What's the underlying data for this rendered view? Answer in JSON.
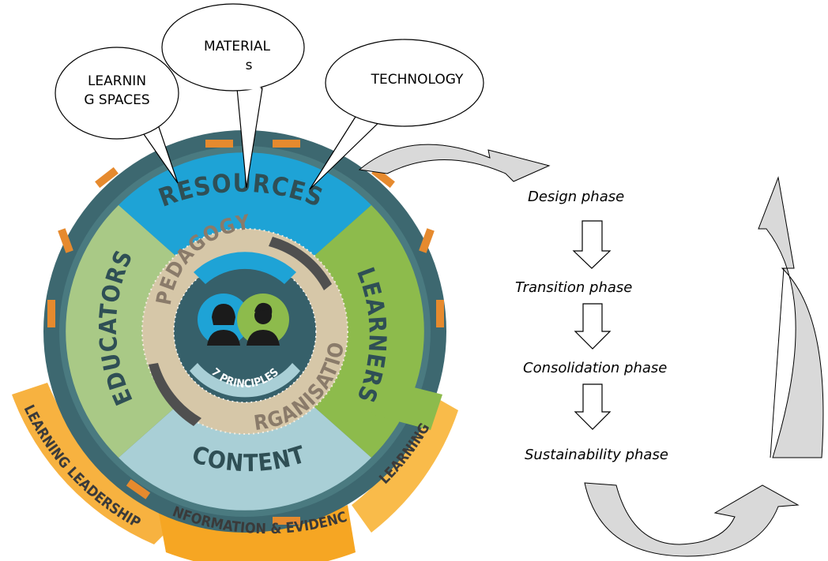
{
  "bubbles": {
    "learning_spaces_line1": "LEARNIN",
    "learning_spaces_line2": "G SPACES",
    "materials_line1": "MATERIAL",
    "materials_line2": "s",
    "technology": "TECHNOLOGY"
  },
  "wheel": {
    "resources": "RESOURCES",
    "educators": "EDUCATORS",
    "learners": "LEARNERS",
    "content": "CONTENT",
    "pedagogy": "PEDAGOGY",
    "organisation": "ORGANISATION",
    "center": "7 PRINCIPLES",
    "learning_leadership": "LEARNING LEADERSHIP",
    "information_evidence": "INFORMATION & EVIDENCE",
    "learning": "LEARNING"
  },
  "phases": [
    "Design phase",
    "Transition phase",
    "Consolidation phase",
    "Sustainability phase"
  ],
  "colors": {
    "outer_ring": "#3d6870",
    "resources": "#1ea3d6",
    "learners": "#8dbb4c",
    "educators": "#a9c986",
    "content": "#a9cfd6",
    "inner_ring": "#d6c7a8",
    "core": "#36606a",
    "orange_band": "#f6a623",
    "orange_dark": "#e68a2e",
    "arrow_fill": "#d9d9d9"
  }
}
